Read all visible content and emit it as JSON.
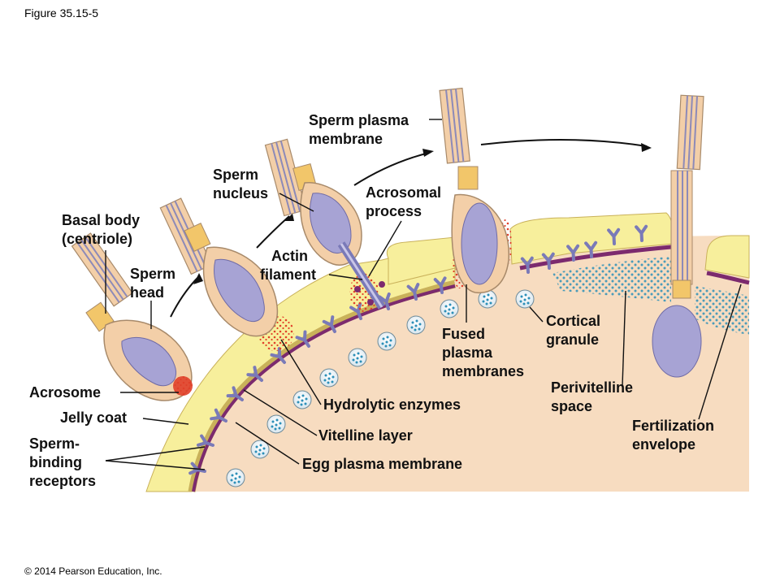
{
  "figure_title": "Figure 35.15-5",
  "copyright": "© 2014 Pearson Education, Inc.",
  "labels": {
    "basal_body_1": "Basal body",
    "basal_body_2": "(centriole)",
    "sperm_head_1": "Sperm",
    "sperm_head_2": "head",
    "acrosome": "Acrosome",
    "jelly_coat": "Jelly coat",
    "sperm_binding_1": "Sperm-",
    "sperm_binding_2": "binding",
    "sperm_binding_3": "receptors",
    "sperm_nucleus_1": "Sperm",
    "sperm_nucleus_2": "nucleus",
    "actin_1": "Actin",
    "actin_2": "filament",
    "sperm_pm_1": "Sperm plasma",
    "sperm_pm_2": "membrane",
    "acrosomal_1": "Acrosomal",
    "acrosomal_2": "process",
    "hydrolytic": "Hydrolytic enzymes",
    "vitelline": "Vitelline layer",
    "egg_pm": "Egg plasma membrane",
    "fused_1": "Fused",
    "fused_2": "plasma",
    "fused_3": "membranes",
    "cortical_1": "Cortical",
    "cortical_2": "granule",
    "perivitelline_1": "Perivitelline",
    "perivitelline_2": "space",
    "fert_1": "Fertilization",
    "fert_2": "envelope"
  },
  "colors": {
    "egg_cytoplasm": "#f7dcc0",
    "jelly_coat": "#f7ef9c",
    "vitelline": "#c9b15a",
    "membrane": "#7c2a6e",
    "sperm_body": "#f3cfa8",
    "nucleus": "#a7a3d4",
    "granule_dot": "#2c8fb8",
    "enzyme_dot": "#e0402a"
  }
}
